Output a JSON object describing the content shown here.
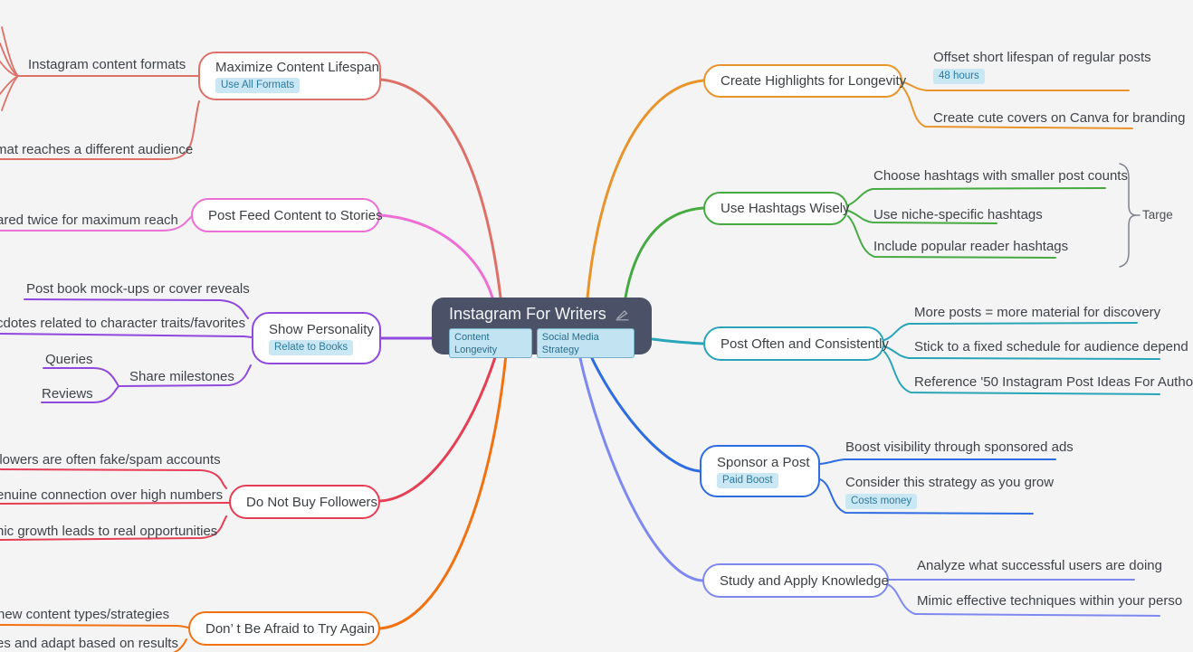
{
  "background": "#f4f4f5",
  "colors": {
    "label_text": "#3f4348",
    "node_fill": "#ffffff",
    "tag_bg": "#cae7f4",
    "tag_text": "#2a7b9e",
    "brace": "#7d828c",
    "center_fill": "#4b5167",
    "center_text": "#f3f4f6",
    "center_tag_bg": "#c2e3f1",
    "center_tag_text": "#256f8e"
  },
  "center": {
    "title": "Instagram For Writers",
    "tags": [
      "Content Longevity",
      "Social Media Strategy"
    ]
  },
  "left": [
    {
      "title": "Maximize Content Lifespan",
      "tag": "Use All Formats",
      "color": "#dd7168",
      "children": [
        {
          "text": "Instagram content formats"
        },
        {
          "text": "mat reaches a different audience"
        }
      ]
    },
    {
      "title": "Post Feed Content to Stories",
      "color": "#ee6fd4",
      "children": [
        {
          "text": "ared twice for maximum reach"
        }
      ]
    },
    {
      "title": "Show Personality",
      "tag": "Relate to Books",
      "color": "#9049dd",
      "children": [
        {
          "text": "Post book mock-ups or cover reveals"
        },
        {
          "text": "cdotes related to character traits/favorites"
        },
        {
          "text": "Share milestones"
        },
        {
          "text": "Queries"
        },
        {
          "text": "Reviews"
        }
      ]
    },
    {
      "title": "Do Not Buy Followers",
      "color": "#e63e55",
      "children": [
        {
          "text": "llowers are often fake/spam accounts"
        },
        {
          "text": "enuine connection over high numbers"
        },
        {
          "text": "nic growth leads to real opportunities"
        }
      ]
    },
    {
      "title": "Don’ t Be Afraid to Try Again",
      "color": "#f27211",
      "children": [
        {
          "text": "new content types/strategies"
        },
        {
          "text": "es and adapt based on results"
        }
      ]
    }
  ],
  "right": [
    {
      "title": "Create Highlights for Longevity",
      "color": "#e8942b",
      "children": [
        {
          "text": "Offset short lifespan of regular posts",
          "tag": "48 hours"
        },
        {
          "text": "Create cute covers on Canva for branding"
        }
      ]
    },
    {
      "title": "Use Hashtags Wisely",
      "color": "#46aa41",
      "summary": "Targe",
      "children": [
        {
          "text": "Choose hashtags with smaller post counts"
        },
        {
          "text": "Use niche-specific hashtags"
        },
        {
          "text": "Include popular reader hashtags"
        }
      ]
    },
    {
      "title": "Post Often and Consistently",
      "color": "#28a5b8",
      "children": [
        {
          "text": "More posts = more material for discovery"
        },
        {
          "text": "Stick to a fixed schedule for audience depend"
        },
        {
          "text": "Reference '50 Instagram Post Ideas For Autho"
        }
      ]
    },
    {
      "title": "Sponsor a Post",
      "tag": "Paid Boost",
      "color": "#2e6ce2",
      "children": [
        {
          "text": "Boost visibility through sponsored ads"
        },
        {
          "text": "Consider this strategy as you grow",
          "tag": "Costs money"
        }
      ]
    },
    {
      "title": "Study and Apply Knowledge",
      "color": "#7d89ef",
      "children": [
        {
          "text": "Analyze what successful users are doing"
        },
        {
          "text": "Mimic effective techniques within your perso"
        }
      ]
    }
  ]
}
